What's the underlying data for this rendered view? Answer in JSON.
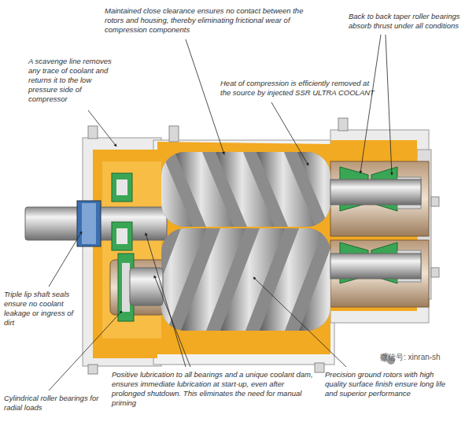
{
  "diagram": {
    "labels": [
      "Maintained close clearance ensures no contact between the rotors and housing, thereby eliminating frictional wear of compression components",
      "Back to back taper roller bearings absorb thrust under all conditions",
      "A scavenge line removes any trace of coolant and returns it to the low pressure side of compressor",
      "Heat of compression is efficiently removed at the source by injected SSR ULTRA COOLANT",
      "Triple lip shaft seals ensure no coolant leakage or ingress of dirt",
      "Cylindrical roller bearings for radial loads",
      "Positive lubrication to all bearings and a unique coolant dam, ensures immediate lubrication at start-up, even after prolonged shutdown. This eliminates the need for manual priming",
      "Precision ground rotors with high quality surface finish ensure long life and superior performance",
      "微信号: xinran-sh"
    ]
  }
}
